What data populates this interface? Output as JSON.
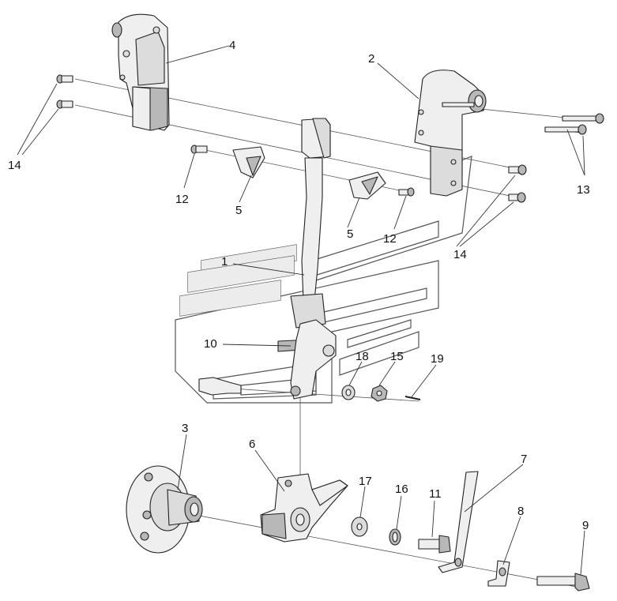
{
  "callouts": [
    {
      "id": "c1",
      "text": "1"
    },
    {
      "id": "c2",
      "text": "2"
    },
    {
      "id": "c3",
      "text": "3"
    },
    {
      "id": "c4",
      "text": "4"
    },
    {
      "id": "c5a",
      "text": "5"
    },
    {
      "id": "c5b",
      "text": "5"
    },
    {
      "id": "c6",
      "text": "6"
    },
    {
      "id": "c7",
      "text": "7"
    },
    {
      "id": "c8",
      "text": "8"
    },
    {
      "id": "c9",
      "text": "9"
    },
    {
      "id": "c10",
      "text": "10"
    },
    {
      "id": "c11",
      "text": "11"
    },
    {
      "id": "c12a",
      "text": "12"
    },
    {
      "id": "c12b",
      "text": "12"
    },
    {
      "id": "c13",
      "text": "13"
    },
    {
      "id": "c14a",
      "text": "14"
    },
    {
      "id": "c14b",
      "text": "14"
    },
    {
      "id": "c15",
      "text": "15"
    },
    {
      "id": "c16",
      "text": "16"
    },
    {
      "id": "c17",
      "text": "17"
    },
    {
      "id": "c18",
      "text": "18"
    },
    {
      "id": "c19",
      "text": "19"
    }
  ],
  "colors": {
    "line": "#222222",
    "part_fill": "#dcdcdc",
    "background": "#ffffff"
  }
}
